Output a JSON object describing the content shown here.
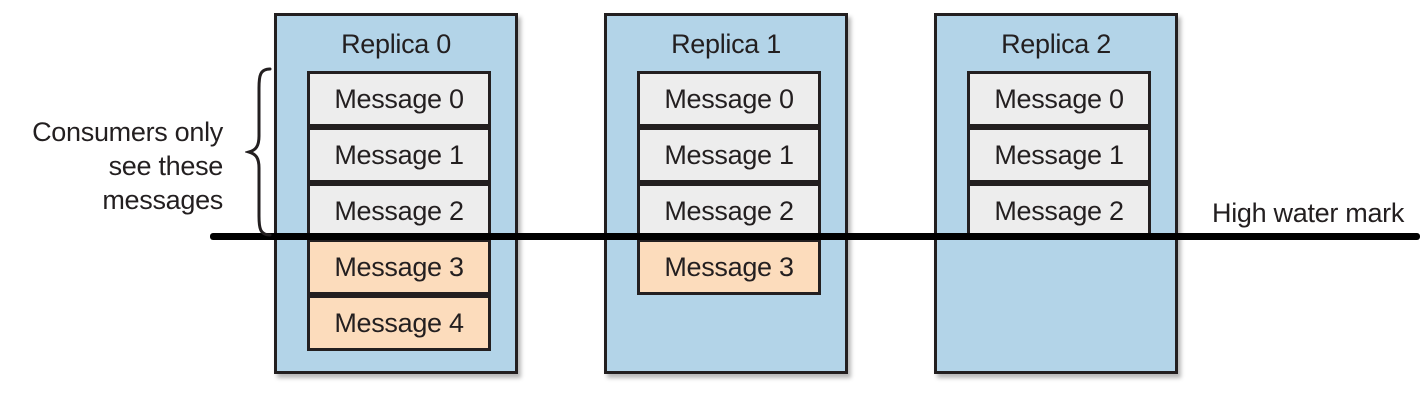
{
  "diagram": {
    "replicas": [
      {
        "title": "Replica 0",
        "messages": [
          {
            "label": "Message 0",
            "committed": true
          },
          {
            "label": "Message 1",
            "committed": true
          },
          {
            "label": "Message 2",
            "committed": true
          },
          {
            "label": "Message 3",
            "committed": false
          },
          {
            "label": "Message 4",
            "committed": false
          }
        ]
      },
      {
        "title": "Replica 1",
        "messages": [
          {
            "label": "Message 0",
            "committed": true
          },
          {
            "label": "Message 1",
            "committed": true
          },
          {
            "label": "Message 2",
            "committed": true
          },
          {
            "label": "Message 3",
            "committed": false
          }
        ]
      },
      {
        "title": "Replica 2",
        "messages": [
          {
            "label": "Message 0",
            "committed": true
          },
          {
            "label": "Message 1",
            "committed": true
          },
          {
            "label": "Message 2",
            "committed": true
          }
        ]
      }
    ],
    "high_water_mark_label": "High water mark",
    "consumers_label_line1": "Consumers only",
    "consumers_label_line2": "see these messages",
    "colors": {
      "replica_fill": "#b3d4e8",
      "committed_fill": "#ededed",
      "uncommitted_fill": "#fcdcbc",
      "outline": "#231f20"
    }
  }
}
